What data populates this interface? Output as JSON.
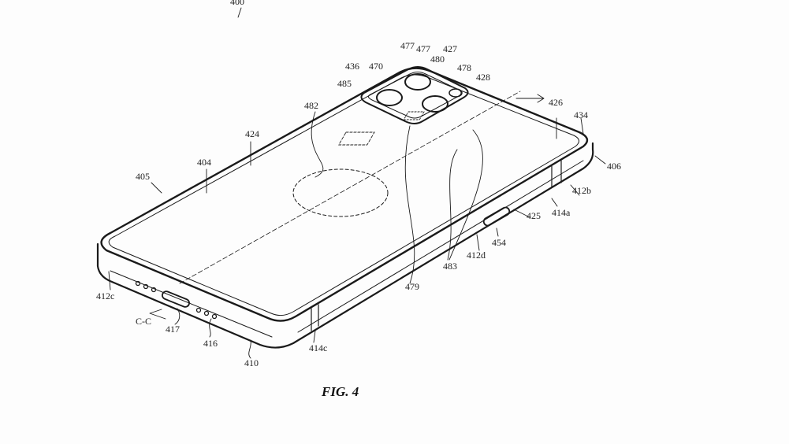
{
  "figure": {
    "caption": "FIG. 4",
    "labels": [
      "400",
      "477",
      "477",
      "427",
      "480",
      "436",
      "470",
      "478",
      "428",
      "485",
      "426",
      "434",
      "482",
      "424",
      "404",
      "405",
      "406",
      "412b",
      "414a",
      "425",
      "454",
      "412d",
      "483",
      "479",
      "412c",
      "C-C",
      "417",
      "416",
      "414c",
      "410"
    ]
  },
  "colors": {
    "line": "#1a1a1a",
    "background": "#fdfdfd"
  }
}
